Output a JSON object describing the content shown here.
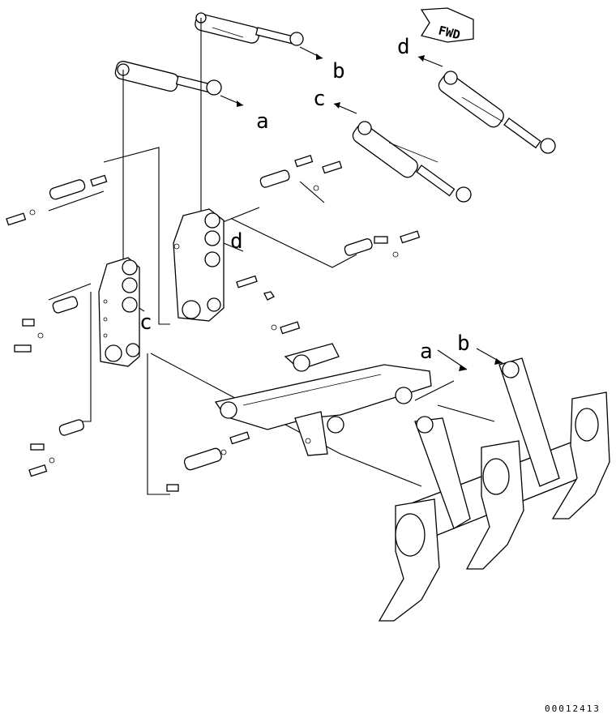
{
  "labels": {
    "fwd": "FWD",
    "b_top": "b",
    "a_top": "a",
    "c_top": "c",
    "d_top": "d",
    "d_bracket": "d",
    "c_bracket": "c",
    "a_bottom": "a",
    "b_bottom": "b"
  },
  "drawing_number": "00012413"
}
